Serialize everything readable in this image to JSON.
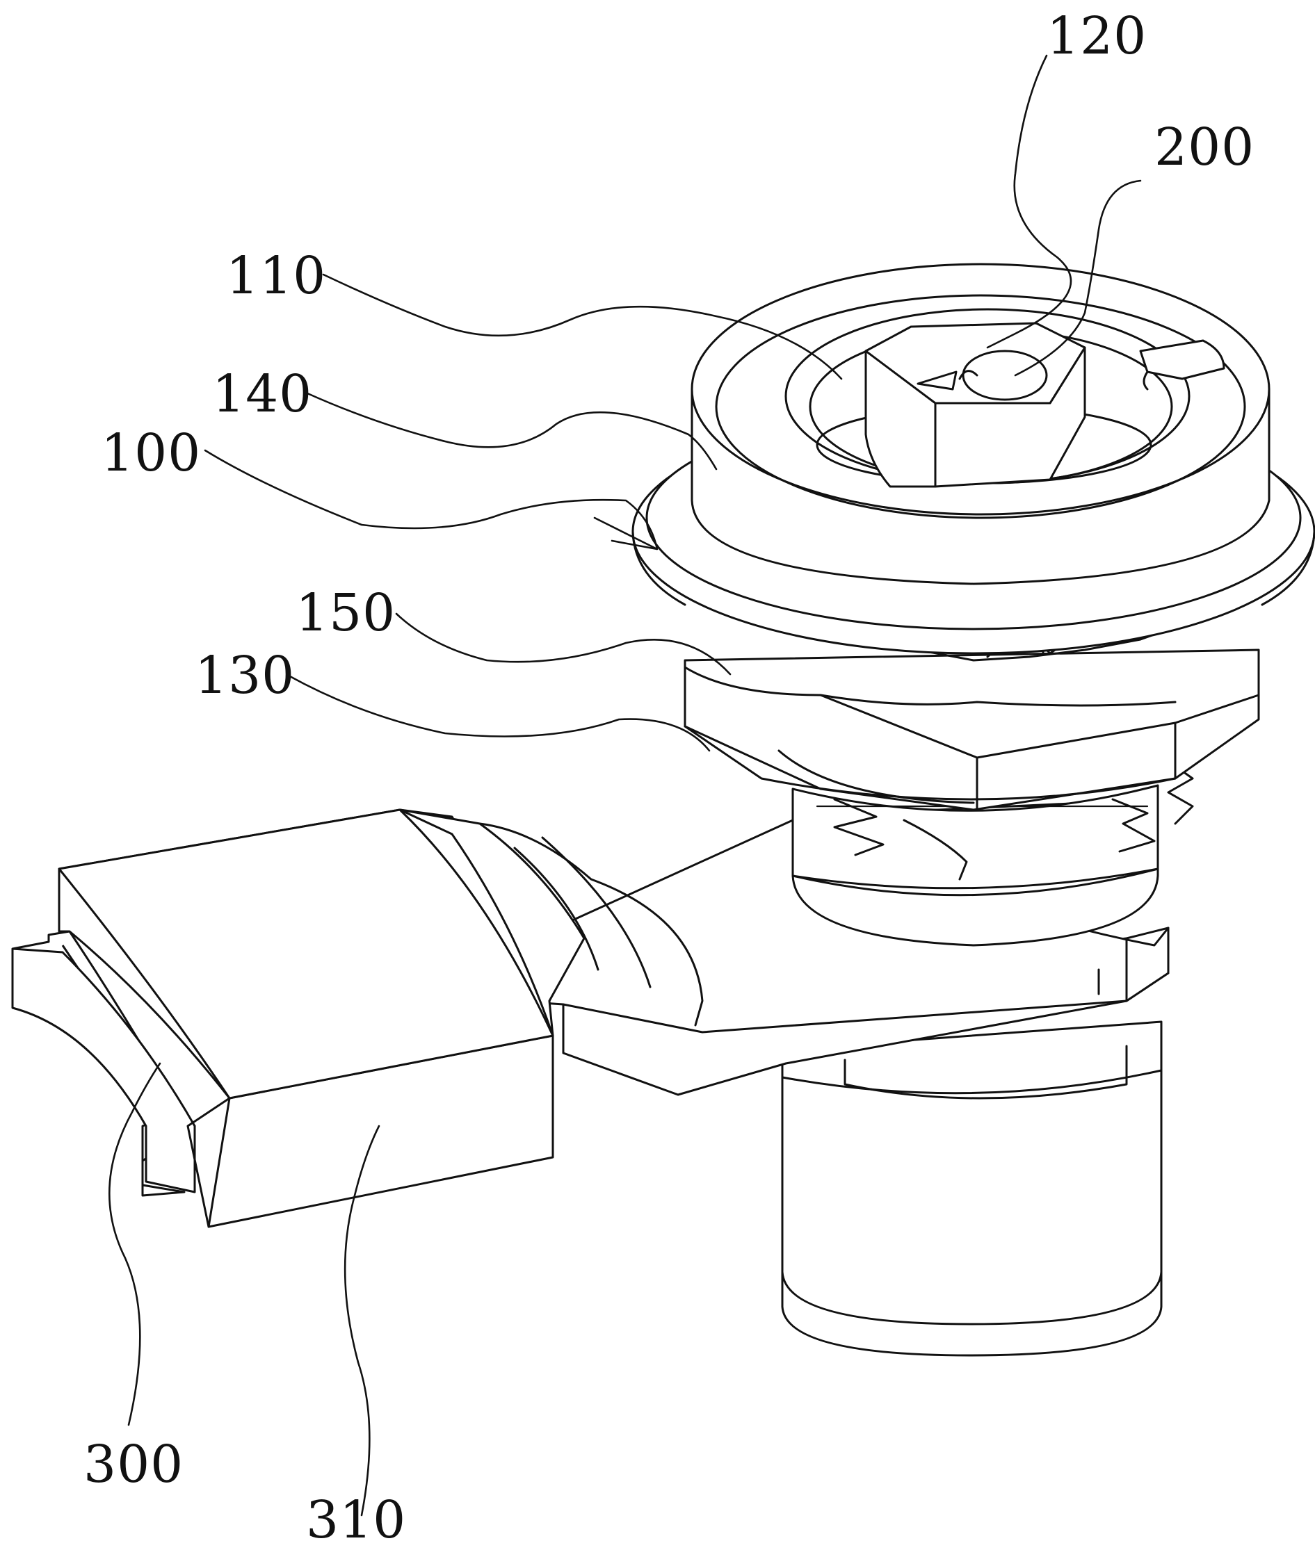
{
  "figure": {
    "labels": [
      {
        "id": "120",
        "text": "120"
      },
      {
        "id": "200",
        "text": "200"
      },
      {
        "id": "110",
        "text": "110"
      },
      {
        "id": "140",
        "text": "140"
      },
      {
        "id": "100",
        "text": "100"
      },
      {
        "id": "150",
        "text": "150"
      },
      {
        "id": "130",
        "text": "130"
      },
      {
        "id": "300",
        "text": "300"
      },
      {
        "id": "310",
        "text": "310"
      }
    ]
  }
}
